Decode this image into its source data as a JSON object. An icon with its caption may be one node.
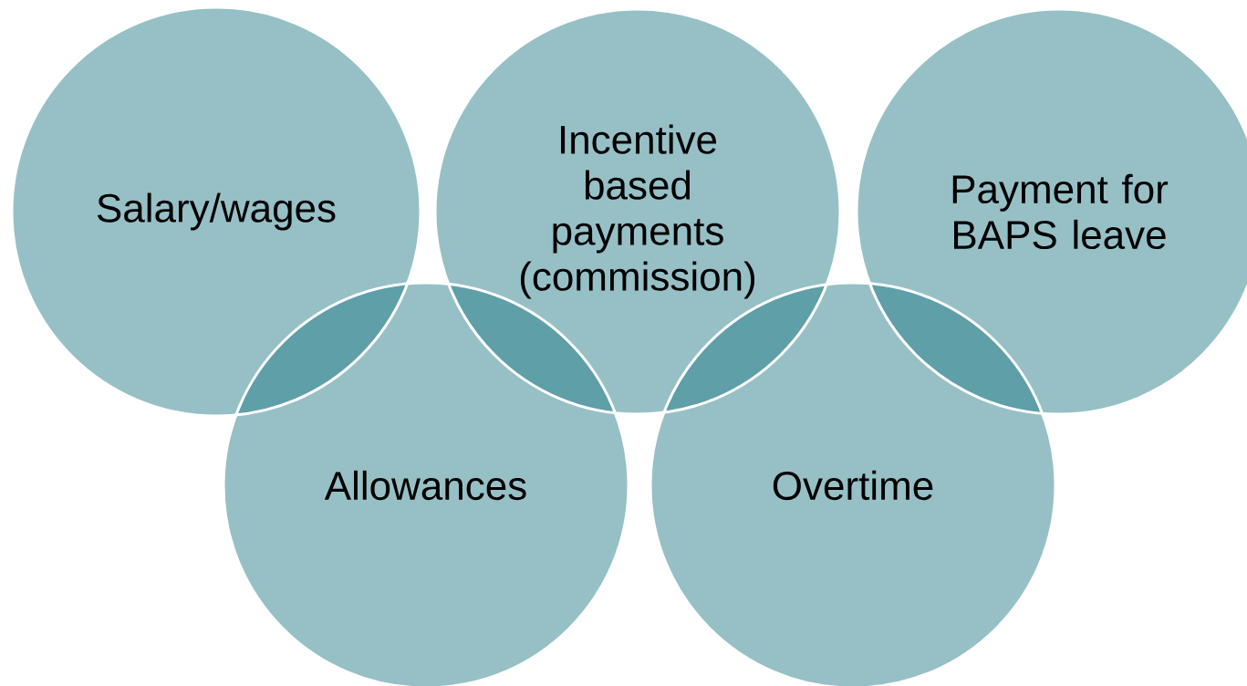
{
  "diagram": {
    "nodes": [
      {
        "text": [
          "Salary/wages"
        ]
      },
      {
        "text": [
          "Incentive based payments (commission)"
        ]
      },
      {
        "text": [
          "Payment for BAPS leave"
        ]
      },
      {
        "text": [
          "Allowances"
        ]
      },
      {
        "text": [
          "Overtime"
        ]
      }
    ]
  }
}
